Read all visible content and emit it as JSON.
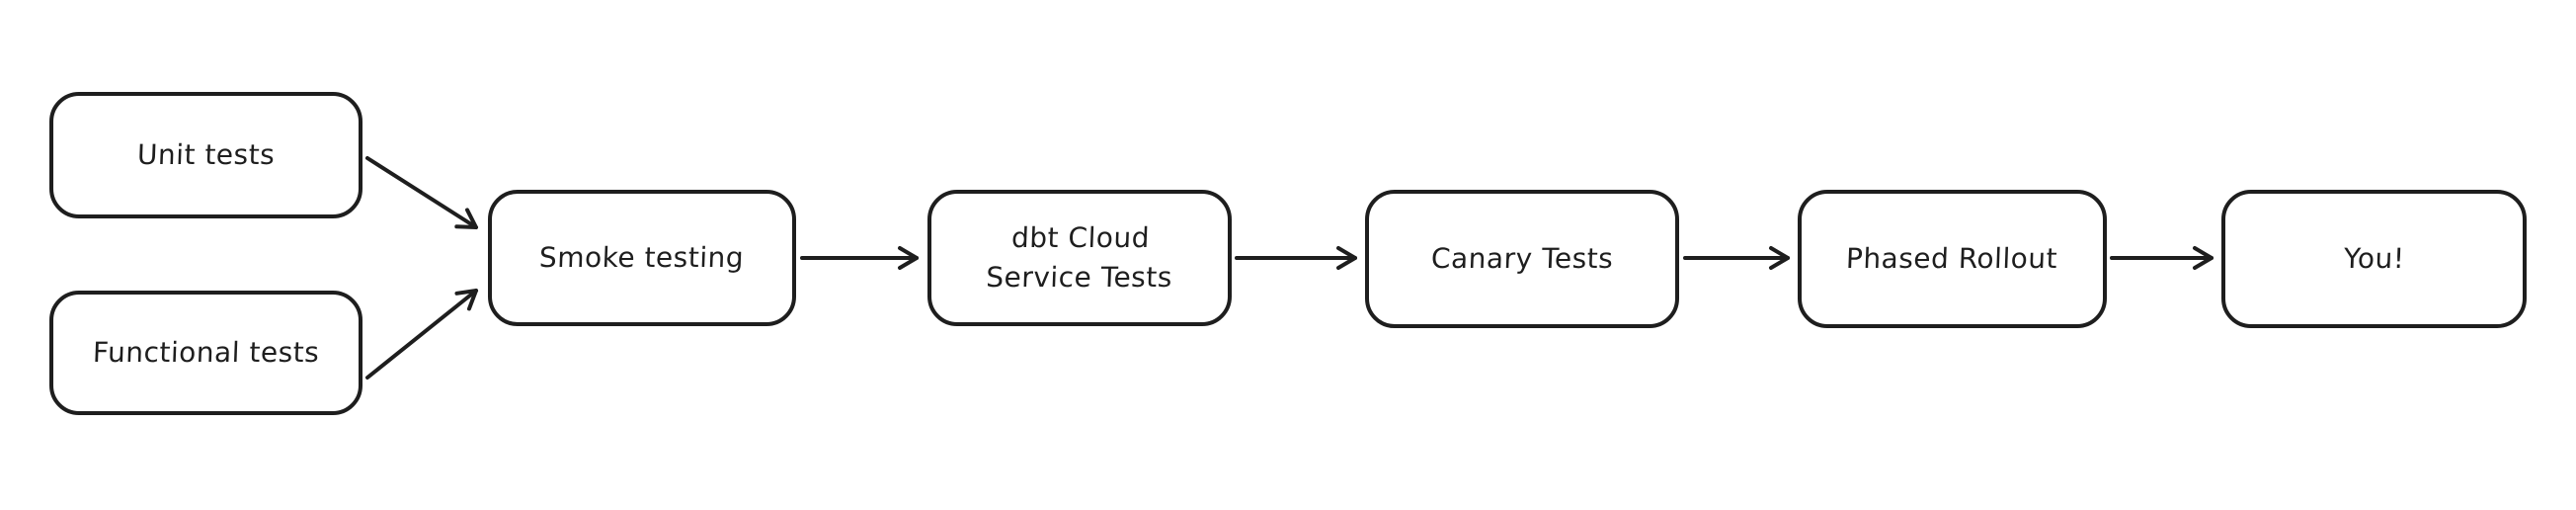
{
  "diagram": {
    "type": "flowchart",
    "style": "hand-drawn",
    "background_color": "#ffffff",
    "stroke_color": "#1e1e1e",
    "nodes": [
      {
        "id": "unit-tests",
        "label": "Unit tests"
      },
      {
        "id": "functional-tests",
        "label": "Functional tests"
      },
      {
        "id": "smoke-testing",
        "label": "Smoke testing"
      },
      {
        "id": "dbt-cloud-service-tests",
        "label": "dbt Cloud\nService Tests"
      },
      {
        "id": "canary-tests",
        "label": "Canary Tests"
      },
      {
        "id": "phased-rollout",
        "label": "Phased Rollout"
      },
      {
        "id": "you",
        "label": "You!"
      }
    ],
    "edges": [
      {
        "from": "unit-tests",
        "to": "smoke-testing"
      },
      {
        "from": "functional-tests",
        "to": "smoke-testing"
      },
      {
        "from": "smoke-testing",
        "to": "dbt-cloud-service-tests"
      },
      {
        "from": "dbt-cloud-service-tests",
        "to": "canary-tests"
      },
      {
        "from": "canary-tests",
        "to": "phased-rollout"
      },
      {
        "from": "phased-rollout",
        "to": "you"
      }
    ]
  }
}
